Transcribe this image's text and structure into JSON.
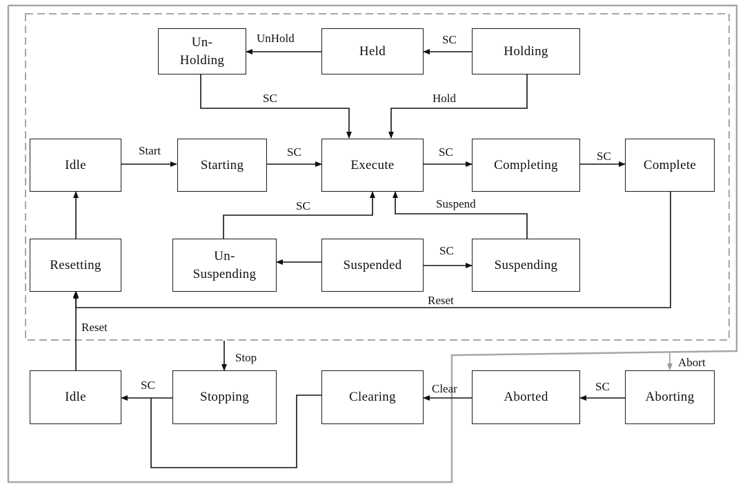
{
  "states": {
    "unholding": "Un-\nHolding",
    "held": "Held",
    "holding": "Holding",
    "idle_top": "Idle",
    "starting": "Starting",
    "execute": "Execute",
    "completing": "Completing",
    "complete": "Complete",
    "resetting": "Resetting",
    "unsuspending": "Un-\nSuspending",
    "suspended": "Suspended",
    "suspending": "Suspending",
    "idle_bottom": "Idle",
    "stopping": "Stopping",
    "clearing": "Clearing",
    "aborted": "Aborted",
    "aborting": "Aborting"
  },
  "labels": {
    "unhold": "UnHold",
    "sc_held": "SC",
    "sc_unholding": "SC",
    "hold": "Hold",
    "start": "Start",
    "sc_starting": "SC",
    "sc_execute": "SC",
    "sc_completing": "SC",
    "sc_unsuspend": "SC",
    "suspend": "Suspend",
    "sc_suspended": "SC",
    "reset_top": "Reset",
    "reset_left": "Reset",
    "stop": "Stop",
    "abort": "Abort",
    "sc_stopping": "SC",
    "clear": "Clear",
    "sc_aborting": "SC"
  }
}
